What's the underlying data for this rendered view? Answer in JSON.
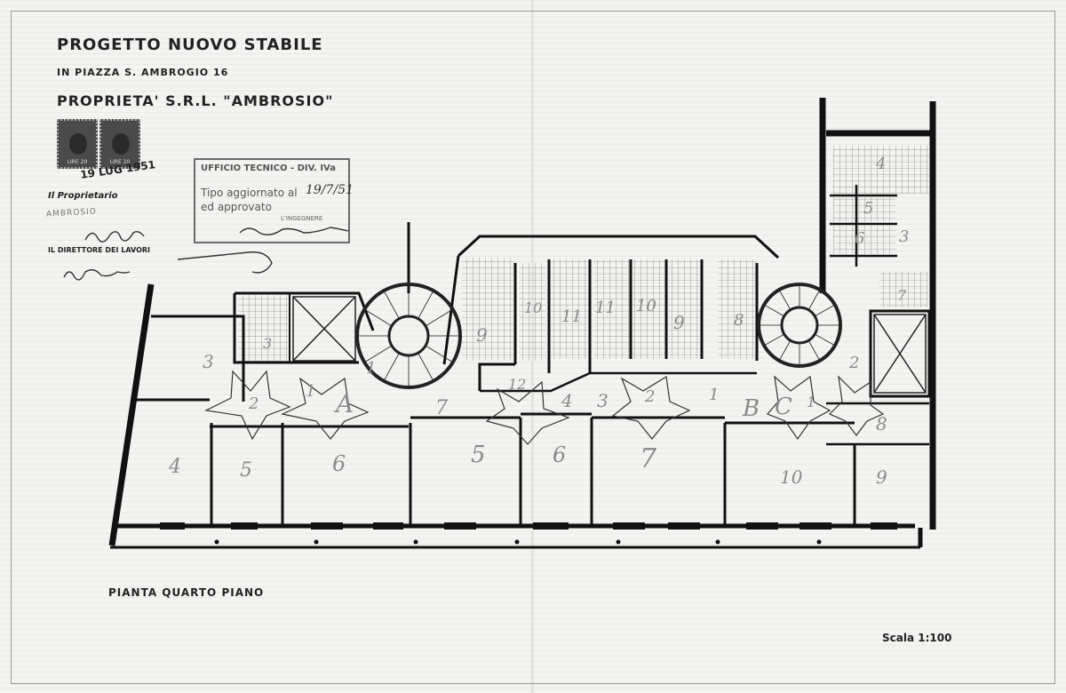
{
  "header": {
    "title_line1": "PROGETTO NUOVO STABILE",
    "title_line2": "IN PIAZZA S. AMBROGIO 16",
    "title_line3": "PROPRIETA' S.R.L. \"AMBROSIO\""
  },
  "stamp": {
    "office": "UFFICIO TECNICO - DIV. IVa",
    "line1": "Tipo aggiornato al",
    "line2": "ed approvato",
    "date": "19/7/51",
    "engineer": "L'INGEGNERE"
  },
  "postage": {
    "value_label": "LIRE 20",
    "cancel_date": "19 LUG 1951"
  },
  "signatures": {
    "owner_label": "Il Proprietario",
    "director_label": "IL DIRETTORE DEI LAVORI",
    "revenue_stamp": "AMBROSIO"
  },
  "plan": {
    "caption": "PIANTA QUARTO PIANO",
    "scale": "Scala 1:100",
    "stair_labels": [
      "A",
      "B",
      "C"
    ],
    "room_numbers": [
      "1",
      "2",
      "3",
      "4",
      "5",
      "6",
      "7",
      "8",
      "9",
      "10",
      "11",
      "12"
    ]
  },
  "colors": {
    "paper": "#f3f3f1",
    "ink": "#1a1a1a",
    "pencil": "#8a8a8a"
  }
}
